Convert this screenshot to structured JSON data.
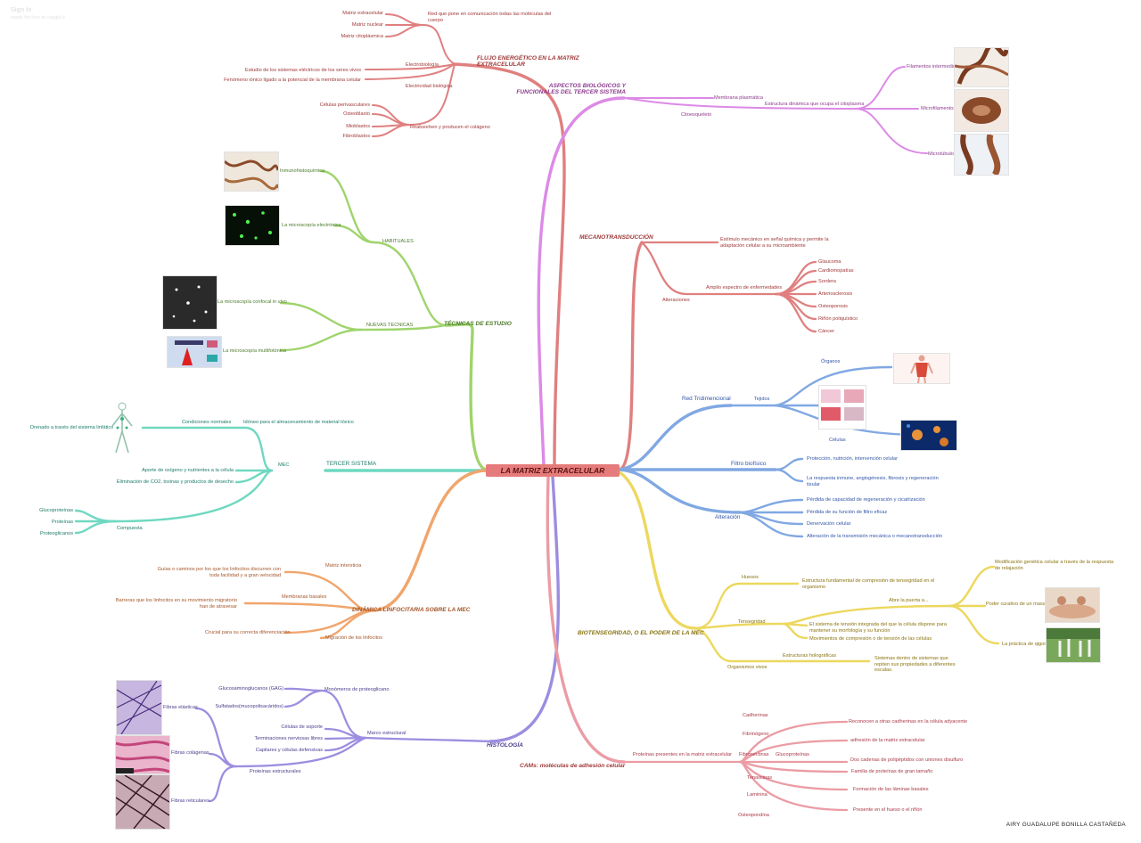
{
  "header": {
    "app_label": "Sign In",
    "subtitle": "made for free at coggle.it"
  },
  "center_title": "LA MATRIZ EXTRACELULAR",
  "author": "AIRY GUADALUPE BONILLA CASTAÑEDA",
  "colors": {
    "red": "#e07f7f",
    "pink": "#dc8ae6",
    "green": "#9fd46c",
    "teal": "#6fd8c0",
    "orange": "#f0a56c",
    "purple": "#9d8de0",
    "blue": "#80a8e2",
    "yellow": "#ecd85e",
    "rose": "#eb9ca4",
    "center": "#e67b7b"
  },
  "flujo": {
    "title": "FLUJO ENERGÉTICO EN LA MATRIZ EXTRACELULAR",
    "red_text": "Red que pone en comunicación todas las moléculas del cuerpo",
    "matrices": [
      "Matriz extracelular",
      "Matriz nuclear",
      "Matriz citoplásmica"
    ],
    "electrobiologia": "Electrobiología",
    "electrobiologia_desc": "Estudio de los sistemas eléctricos de los seres vivos",
    "electricidad": "Electricidad biológica",
    "electricidad_desc": "Fenómeno iónico ligado a la potencial de la membrana celular",
    "reabsorben": "Reabsorben y producen el colágeno",
    "cells": [
      "Células perivasculares",
      "Osteoblasto",
      "Mioblastos",
      "Fibroblastos"
    ]
  },
  "aspectos": {
    "title": "ASPECTOS BIOLÓGICOS Y FUNCIONALES DEL TERCER SISTEMA",
    "membrana": "Membrana plasmática",
    "citoesqueleto": "Citoesqueleto",
    "estructura": "Estructura dinámica que ocupa el citoplasma",
    "filamentos": [
      "Filamentos intermedios",
      "Microfilamentos",
      "Microtúbulos"
    ]
  },
  "tecnicas": {
    "title": "TÉCNICAS DE ESTUDIO",
    "habituales": "HABITUALES",
    "inmuno": "Inmunohistoquímica",
    "electronica": "La microscopía electrónica",
    "nuevas": "NUEVAS TECNICAS",
    "confocal": "La microscopía confocal in vivo",
    "multifotonica": "La microscopía multifotónica"
  },
  "tercer": {
    "title": "TERCER SISTEMA",
    "mec": "MEC",
    "condiciones": "Condiciones normales",
    "idoneo": "Idóneo para el almacenamiento de material tóxico",
    "drenado": "Drenado a través del sistema linfático",
    "aporte": "Aporte de oxígeno y nutrientes a la célula",
    "eliminacion": "Eliminación de CO2, toxinas y productos de desecho",
    "compuesta": "Compuesta",
    "componentes": [
      "Glucoproteínas",
      "Proteínas",
      "Proteoglicanos"
    ]
  },
  "dinamica": {
    "title": "DINÁMICA LINFOCITARIA SOBRE LA MEC",
    "matriz": "Matriz intersticia",
    "matriz_desc": "Guías o caminos por los que los linfocitos discurren con toda facilidad y a gran velocidad",
    "membranas": "Membranas basales",
    "membranas_desc": "Barreras que los linfocitos en su movimiento migratorio han de atravesar",
    "crucial": "Crucial para su correcta diferenciación",
    "migracion": "Migración de los linfocitos"
  },
  "histologia": {
    "title": "HISTOLOGÍA",
    "monomeros": "Monómeros de proteoglicano",
    "gag": "Glucosaminoglucanos (GAG)",
    "sulfatados": "Sulfatados(mucopolisacáridos)",
    "marco": "Marco estructural",
    "soporte": "Células de soporte",
    "terminaciones": "Terminaciones nerviosas libres",
    "capilares": "Capilares y células defensivas",
    "proteinas": "Proteínas estructurales",
    "fibras": [
      "Fibras elásticas",
      "Fibras colágenas",
      "Fibras reticulares"
    ]
  },
  "mecano": {
    "title": "MECANOTRANSDUCCIÓN",
    "estimulo": "Estímulo mecánico en señal química y permite la adaptación celular a su microambiente",
    "alteraciones": "Alteraciones",
    "amplio": "Amplio espectro de enfermedades",
    "diseases": [
      "Glaucoma",
      "Cardiomopatías",
      "Sordera",
      "Arteriosclerosis",
      "Osteoporosis",
      "Riñón poliquístico",
      "Cáncer"
    ]
  },
  "red": {
    "title": "Red Tridimencional",
    "tejidos": "Tejidos",
    "organos": "Órganos",
    "celulas": "Células",
    "filtro": "Filtro biofísico",
    "proteccion": "Protección, nutrición, intervención celular",
    "respuesta": "La respuesta inmune, angiogénesis, fibrosis y regeneración tisular",
    "alteracion": "Alteración",
    "alteraciones": [
      "Pérdida de capacidad de regeneración y cicatrización",
      "Pérdida de su función de filtro eficaz",
      "Denervación celular",
      "Alteración de la transmisión mecánica o mecanotransducción"
    ]
  },
  "bio": {
    "title": "BIOTENSEGRIDAD, O EL PODER DE LA MEC",
    "huesos": "Huesos",
    "huesos_desc": "Estructura fundamental de compresión de tensegridad en el organismo",
    "tensegridad": "Tensegridad",
    "abre": "Abre la puerta a...",
    "modificacion": "Modificación genética celular a través de la respuesta de relajación",
    "poder": "Poder curativo de un masaje",
    "qigong": "La práctica de qigong",
    "sistema": "El sistema de tensión integrada del que la célula dispone para mantener su morfología y su función",
    "movimientos": "Movimientos de compresión o de tensión de las células",
    "organismos": "Organismos vivos",
    "holograficas": "Estructuras holográficas",
    "sistemas": "Sistemas dentro de sistemas que repiten sus propiedades a diferentes escalas."
  },
  "cams": {
    "title": "CAMs: moléculas de adhesión celular",
    "proteinas": "Proteínas presentes en la matriz extracelular",
    "glucoproteinas": "Glucoproteínas",
    "items": [
      {
        "name": "Cadherinas",
        "desc": "Reconocen a otras cadherinas en la célula adyacente"
      },
      {
        "name": "Fibrinógeno",
        "desc": "adhesión de la matriz extracelular"
      },
      {
        "name": "Fibronectinas",
        "desc": "Dos cadenas de polipéptidos con uniones disulfuro"
      },
      {
        "name": "Tenascinas",
        "desc": "Familia de proteínas de gran tamaño"
      },
      {
        "name": "Laminina",
        "desc": "Formación de las láminas basales"
      },
      {
        "name": "Osteopondina",
        "desc": "Presente en el hueso o el riñón"
      }
    ]
  }
}
